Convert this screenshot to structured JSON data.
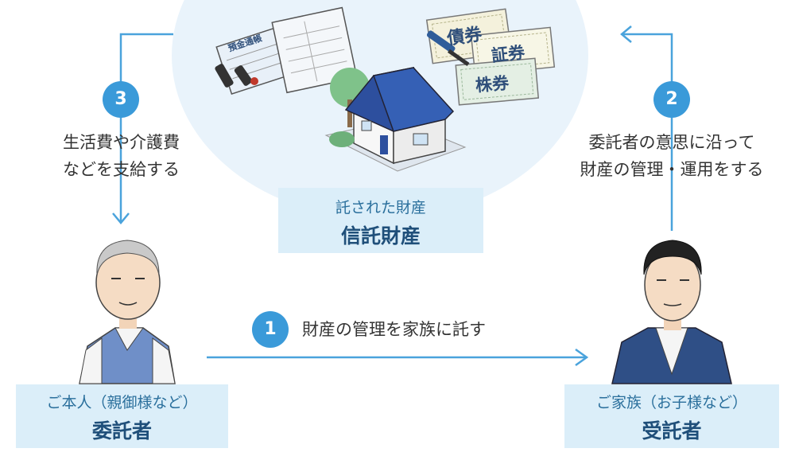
{
  "trust_property": {
    "sub": "託された財産",
    "main": "信託財産"
  },
  "settlor": {
    "sub": "ご本人（親御様など）",
    "main": "委託者"
  },
  "trustee": {
    "sub": "ご家族（お子様など）",
    "main": "受託者"
  },
  "steps": [
    {
      "number": "1",
      "text": "財産の管理を家族に託す"
    },
    {
      "number": "2",
      "lines": [
        "委託者の意思に沿って",
        "財産の管理・運用をする"
      ]
    },
    {
      "number": "3",
      "lines": [
        "生活費や介護費",
        "などを支給する"
      ]
    }
  ],
  "illustration": {
    "passbook_label": "預金通帳",
    "certificates": [
      "債券",
      "証券",
      "株券"
    ]
  },
  "colors": {
    "accent": "#3a9ad9",
    "box_fill": "#dbeef9",
    "circle_fill": "#e9f3fb",
    "arrow": "#4aa3dc"
  }
}
